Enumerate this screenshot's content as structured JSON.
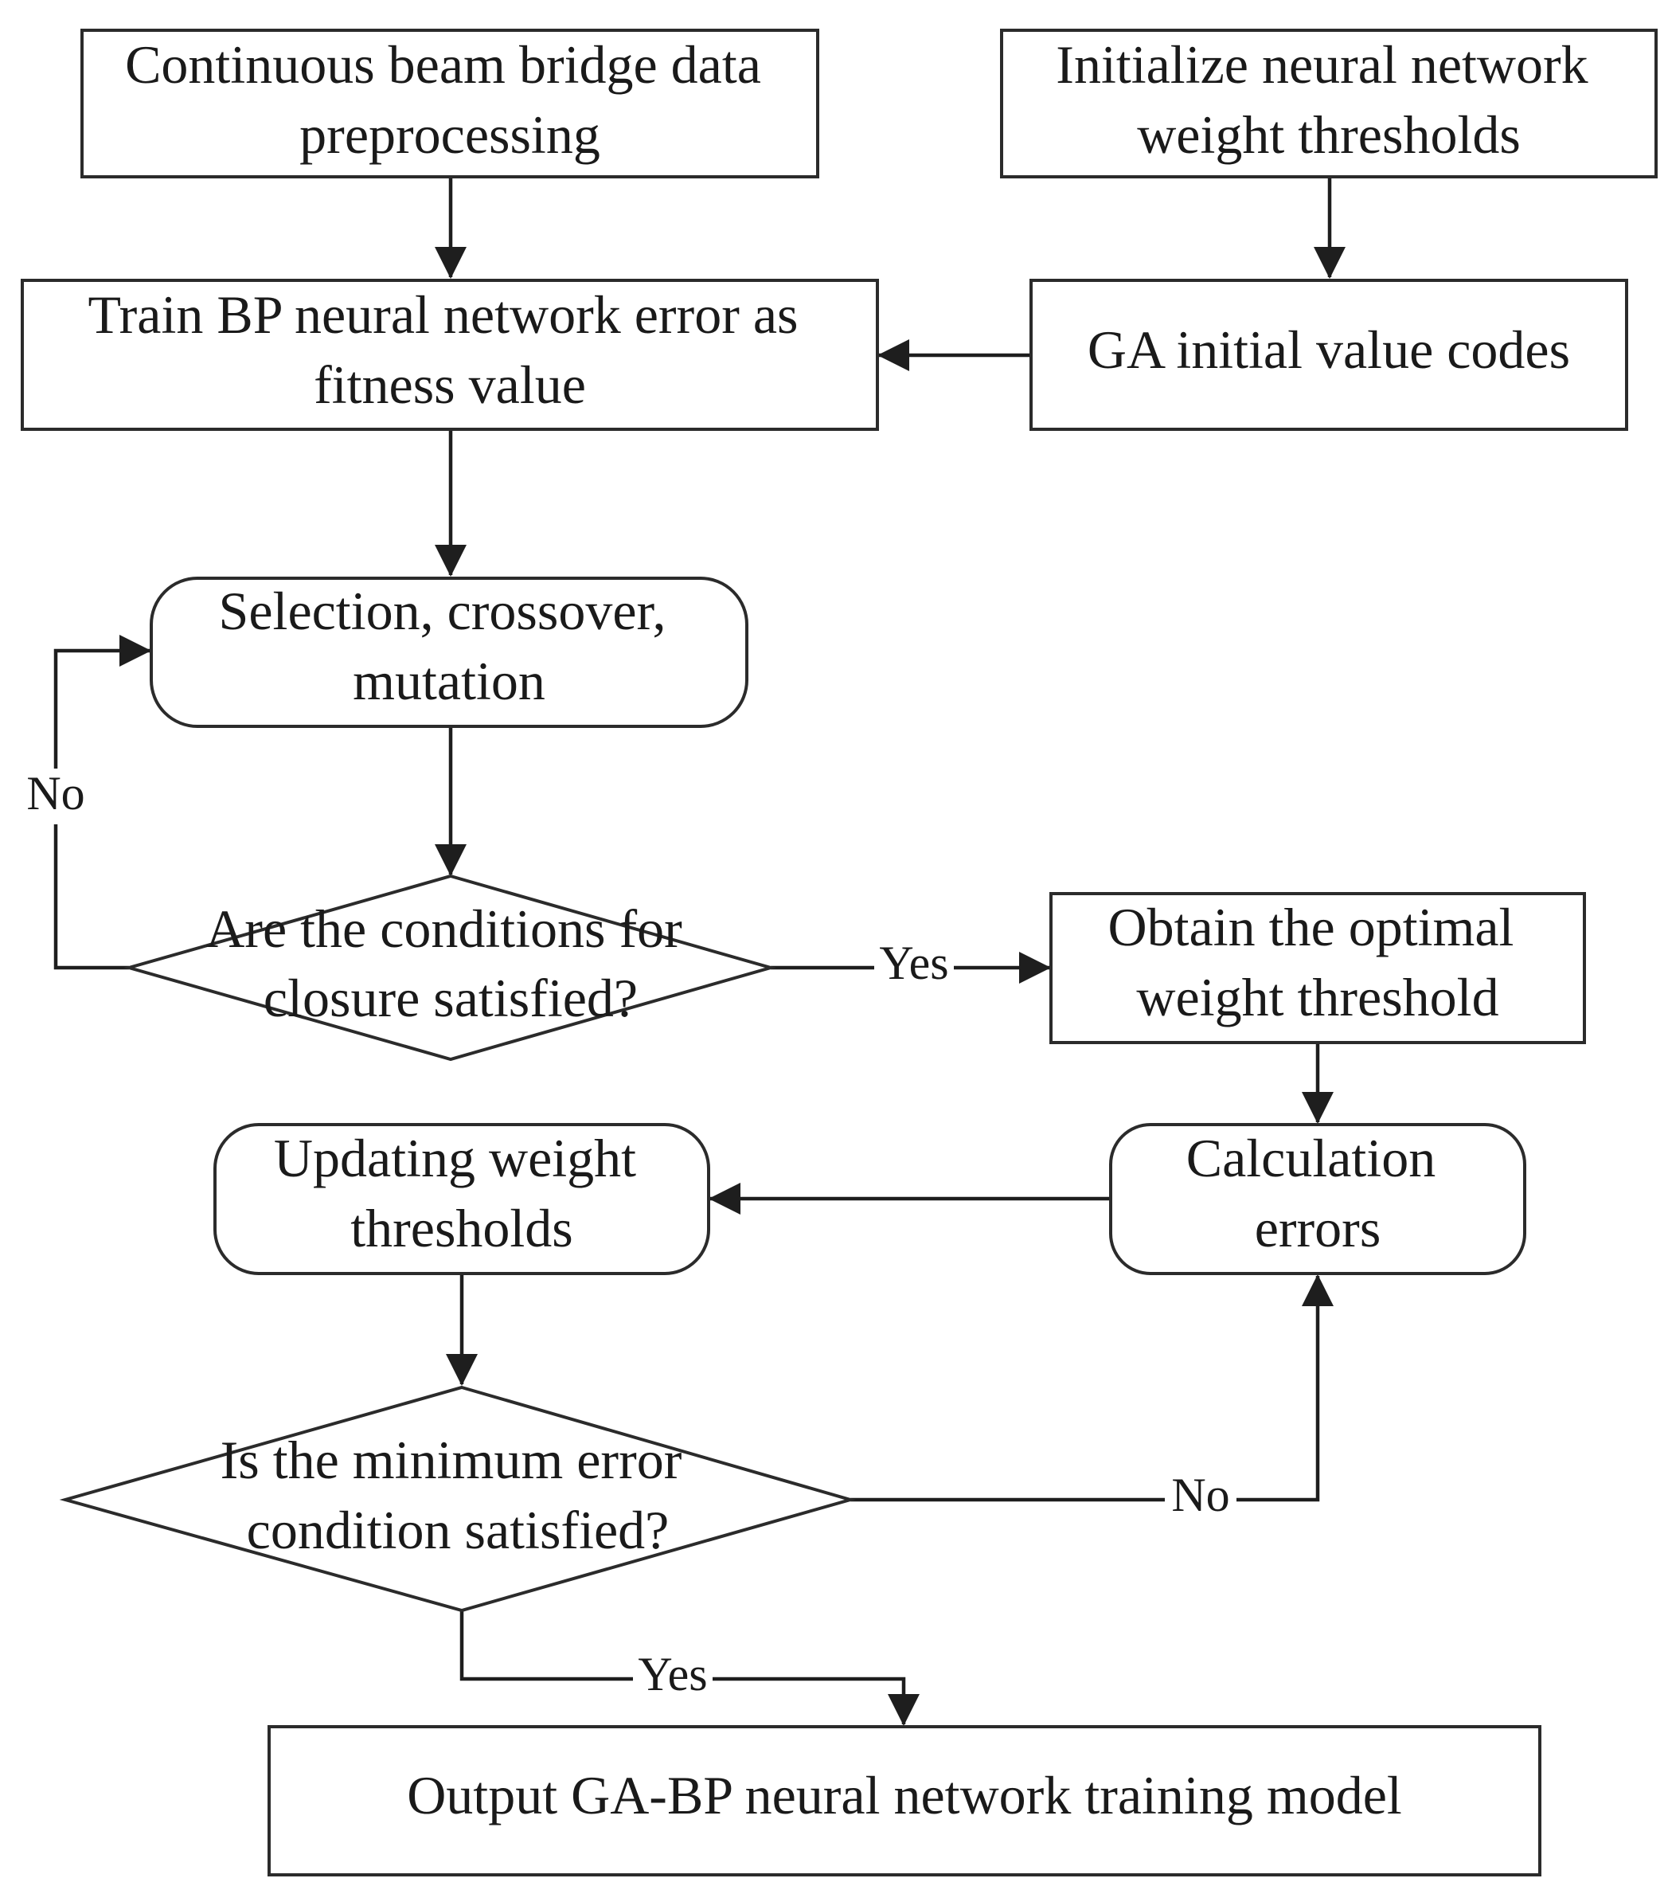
{
  "nodes": {
    "preprocess": {
      "lines": [
        "Continuous beam bridge data",
        "preprocessing"
      ]
    },
    "init_weights": {
      "lines": [
        "Initialize neural network",
        "weight thresholds"
      ]
    },
    "train_bp": {
      "lines": [
        "Train BP neural network error as",
        "fitness value"
      ]
    },
    "ga_codes": {
      "lines": [
        "GA initial value codes"
      ]
    },
    "selection": {
      "lines": [
        "Selection, crossover,",
        "mutation"
      ]
    },
    "closure_check": {
      "lines": [
        "Are the conditions for",
        "closure satisfied?"
      ]
    },
    "optimal": {
      "lines": [
        "Obtain the optimal",
        "weight threshold"
      ]
    },
    "calc_errors": {
      "lines": [
        "Calculation",
        "errors"
      ]
    },
    "update_weights": {
      "lines": [
        "Updating weight",
        "thresholds"
      ]
    },
    "min_error_check": {
      "lines": [
        "Is the minimum error",
        "condition satisfied?"
      ]
    },
    "output": {
      "lines": [
        "Output GA-BP neural network training model"
      ]
    }
  },
  "edge_labels": {
    "closure_no": "No",
    "closure_yes": "Yes",
    "min_error_no": "No",
    "min_error_yes": "Yes"
  }
}
